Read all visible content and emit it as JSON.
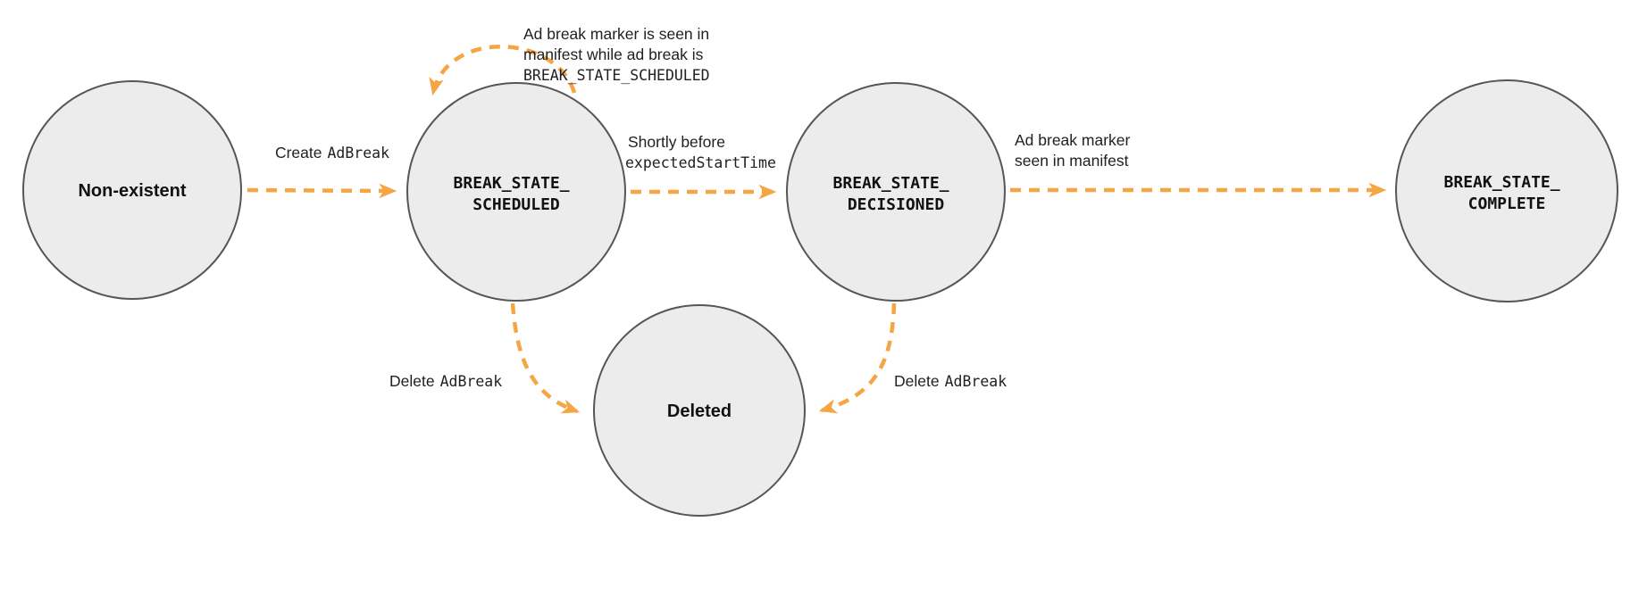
{
  "diagram": {
    "type": "state-machine",
    "colors": {
      "node_fill": "#ececec",
      "node_stroke": "#55565a",
      "arrow": "#f6a545",
      "label": "#111111",
      "edge_label": "#202124"
    },
    "nodes": [
      {
        "id": "non-existent",
        "shape": "circle",
        "label": "Non-existent"
      },
      {
        "id": "break-state-scheduled",
        "shape": "circle",
        "line1": "BREAK_STATE_",
        "line2": "SCHEDULED"
      },
      {
        "id": "break-state-decisioned",
        "shape": "circle",
        "line1": "BREAK_STATE_",
        "line2": "DECISIONED"
      },
      {
        "id": "break-state-complete",
        "shape": "circle",
        "line1": "BREAK_STATE_",
        "line2": "COMPLETE"
      },
      {
        "id": "deleted",
        "shape": "circle",
        "label": "Deleted"
      }
    ],
    "edges": {
      "create": {
        "from": "Non-existent",
        "to": "BREAK_STATE_SCHEDULED",
        "label_plain": "Create",
        "label_code": "AdBreak"
      },
      "self_loop": {
        "from": "BREAK_STATE_SCHEDULED",
        "to": "BREAK_STATE_SCHEDULED",
        "label_line1": "Ad break marker is seen in",
        "label_line2": "manifest while ad break is",
        "label_code": "BREAK_STATE_SCHEDULED"
      },
      "to_decisioned": {
        "from": "BREAK_STATE_SCHEDULED",
        "to": "BREAK_STATE_DECISIONED",
        "label_plain": "Shortly before",
        "label_code": "expectedStartTime"
      },
      "to_complete": {
        "from": "BREAK_STATE_DECISIONED",
        "to": "BREAK_STATE_COMPLETE",
        "label_line1": "Ad break marker",
        "label_line2": "seen in manifest"
      },
      "delete_from_scheduled": {
        "from": "BREAK_STATE_SCHEDULED",
        "to": "Deleted",
        "label_plain": "Delete",
        "label_code": "AdBreak"
      },
      "delete_from_decisioned": {
        "from": "BREAK_STATE_DECISIONED",
        "to": "Deleted",
        "label_plain": "Delete",
        "label_code": "AdBreak"
      }
    }
  }
}
